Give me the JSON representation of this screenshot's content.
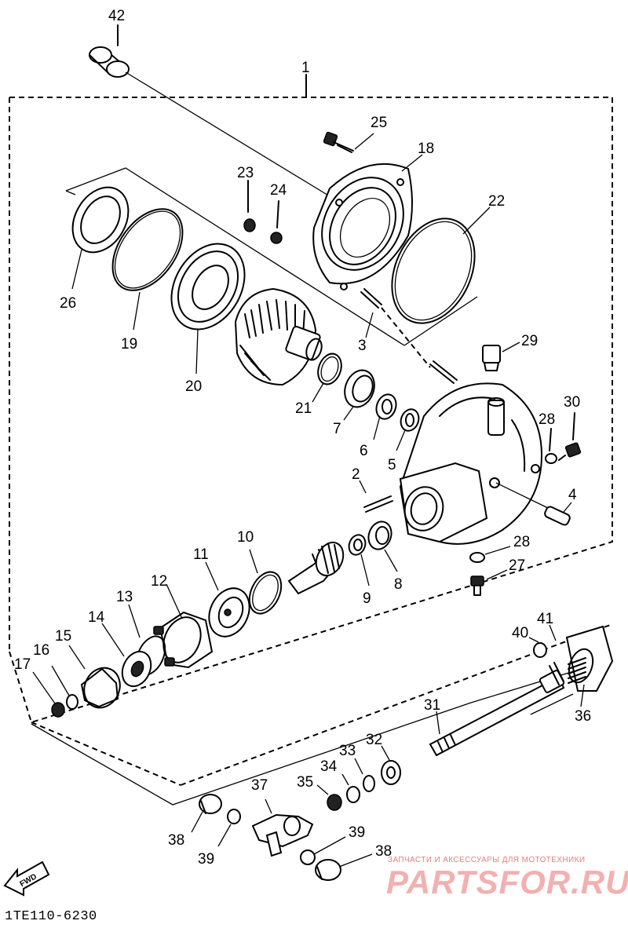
{
  "diagram": {
    "assembly_label": "1",
    "labels": {
      "p42": "42",
      "p25": "25",
      "p18": "18",
      "p23": "23",
      "p24": "24",
      "p22": "22",
      "p26": "26",
      "p19": "19",
      "p20": "20",
      "p3": "3",
      "p29": "29",
      "p21": "21",
      "p7": "7",
      "p6": "6",
      "p5": "5",
      "p28a": "28",
      "p30": "30",
      "p2": "2",
      "p4": "4",
      "p10": "10",
      "p11": "11",
      "p12": "12",
      "p13": "13",
      "p14": "14",
      "p15": "15",
      "p16": "16",
      "p17": "17",
      "p9": "9",
      "p8": "8",
      "p28b": "28",
      "p27": "27",
      "p41": "41",
      "p40": "40",
      "p36": "36",
      "p31": "31",
      "p32": "32",
      "p33": "33",
      "p34": "34",
      "p35": "35",
      "p37": "37",
      "p38a": "38",
      "p39a": "39",
      "p39b": "39",
      "p38b": "38"
    },
    "front_arrow": "FWD",
    "catalog_code": "1TE110-6230"
  },
  "watermark": {
    "tagline": "ЗАПЧАСТИ И АКСЕССУАРЫ ДЛЯ МОТОТЕХНИКИ",
    "brand": "PARTSFOR.RU",
    "color": "#f2b0b0"
  }
}
